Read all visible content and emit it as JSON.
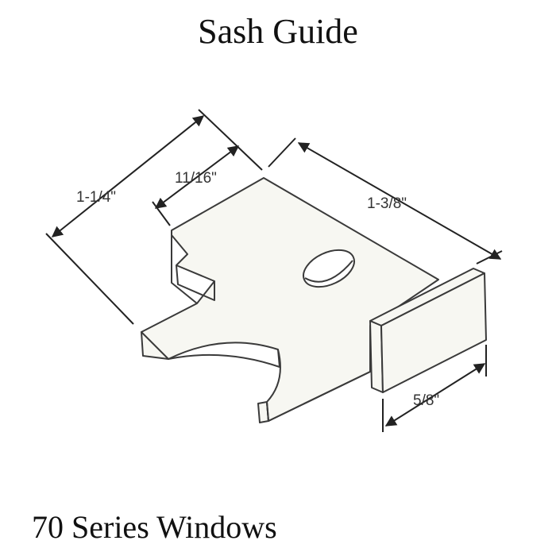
{
  "title": "Sash Guide",
  "subtitle": "70 Series Windows",
  "dimensions": {
    "overall_depth": "1-1/4\"",
    "notch_depth": "11/16\"",
    "length": "1-3/8\"",
    "tab_width": "5/8\""
  },
  "colors": {
    "part_fill": "#f7f7f2",
    "part_stroke": "#3a3a3a",
    "dim_stroke": "#222222"
  }
}
